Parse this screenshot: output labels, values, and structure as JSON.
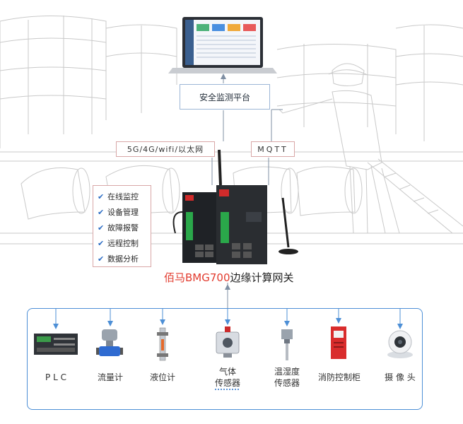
{
  "platform": {
    "label": "安全监测平台"
  },
  "network": {
    "left_label": "5G/4G/wifi/以太网",
    "right_label": "MQTT"
  },
  "features": {
    "items": [
      "在线监控",
      "设备管理",
      "故障报警",
      "远程控制",
      "数据分析"
    ],
    "check_icon": "check-icon",
    "check_color": "#2b6cc4"
  },
  "gateway": {
    "brand": "佰马BMG700",
    "suffix": "边缘计算网关",
    "brand_color": "#e23b2e"
  },
  "devices": {
    "plc": "P L C",
    "flowmeter": "流量计",
    "level_gauge": "液位计",
    "gas_sensor_line1": "气体",
    "gas_sensor_line2": "传感器",
    "temp_sensor_line1": "温湿度",
    "temp_sensor_line2": "传感器",
    "fire_cabinet": "消防控制柜",
    "camera": "摄 像 头"
  },
  "colors": {
    "frame_blue": "#4d8fd6",
    "label_border": "#d9a7a7",
    "arrow_gray": "#7f8fa3"
  }
}
